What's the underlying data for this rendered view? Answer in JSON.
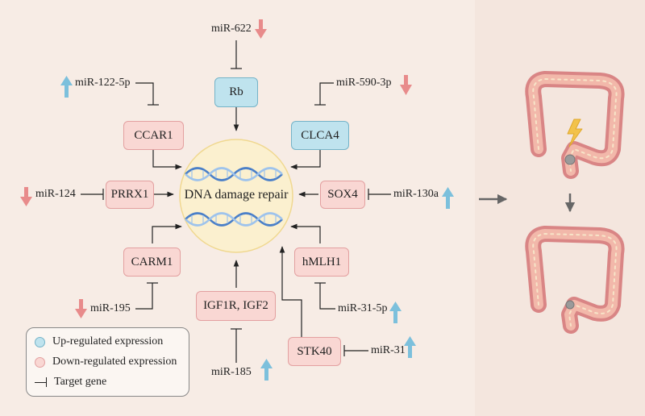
{
  "center": {
    "label": "DNA damage repair"
  },
  "genes": {
    "rb": "Rb",
    "ccar1": "CCAR1",
    "clca4": "CLCA4",
    "prrx1": "PRRX1",
    "sox4": "SOX4",
    "carm1": "CARM1",
    "hmlh1": "hMLH1",
    "igf": "IGF1R, IGF2",
    "stk40": "STK40"
  },
  "mirnas": {
    "mir622": "miR-622",
    "mir122": "miR-122-5p",
    "mir590": "miR-590-3p",
    "mir124": "miR-124",
    "mir130a": "miR-130a",
    "mir195": "miR-195",
    "mir31_5p": "miR-31-5p",
    "mir185": "miR-185",
    "mir31": "miR-31"
  },
  "legend": {
    "up": "Up-regulated expression",
    "down": "Down-regulated expression",
    "target": "Target gene"
  },
  "colors": {
    "up_fill": "#bfe3ee",
    "down_fill": "#f9d7d3",
    "up_arrow": "#7cc0dc",
    "down_arrow": "#e88b8b",
    "center_fill": "#fbf0cf"
  }
}
